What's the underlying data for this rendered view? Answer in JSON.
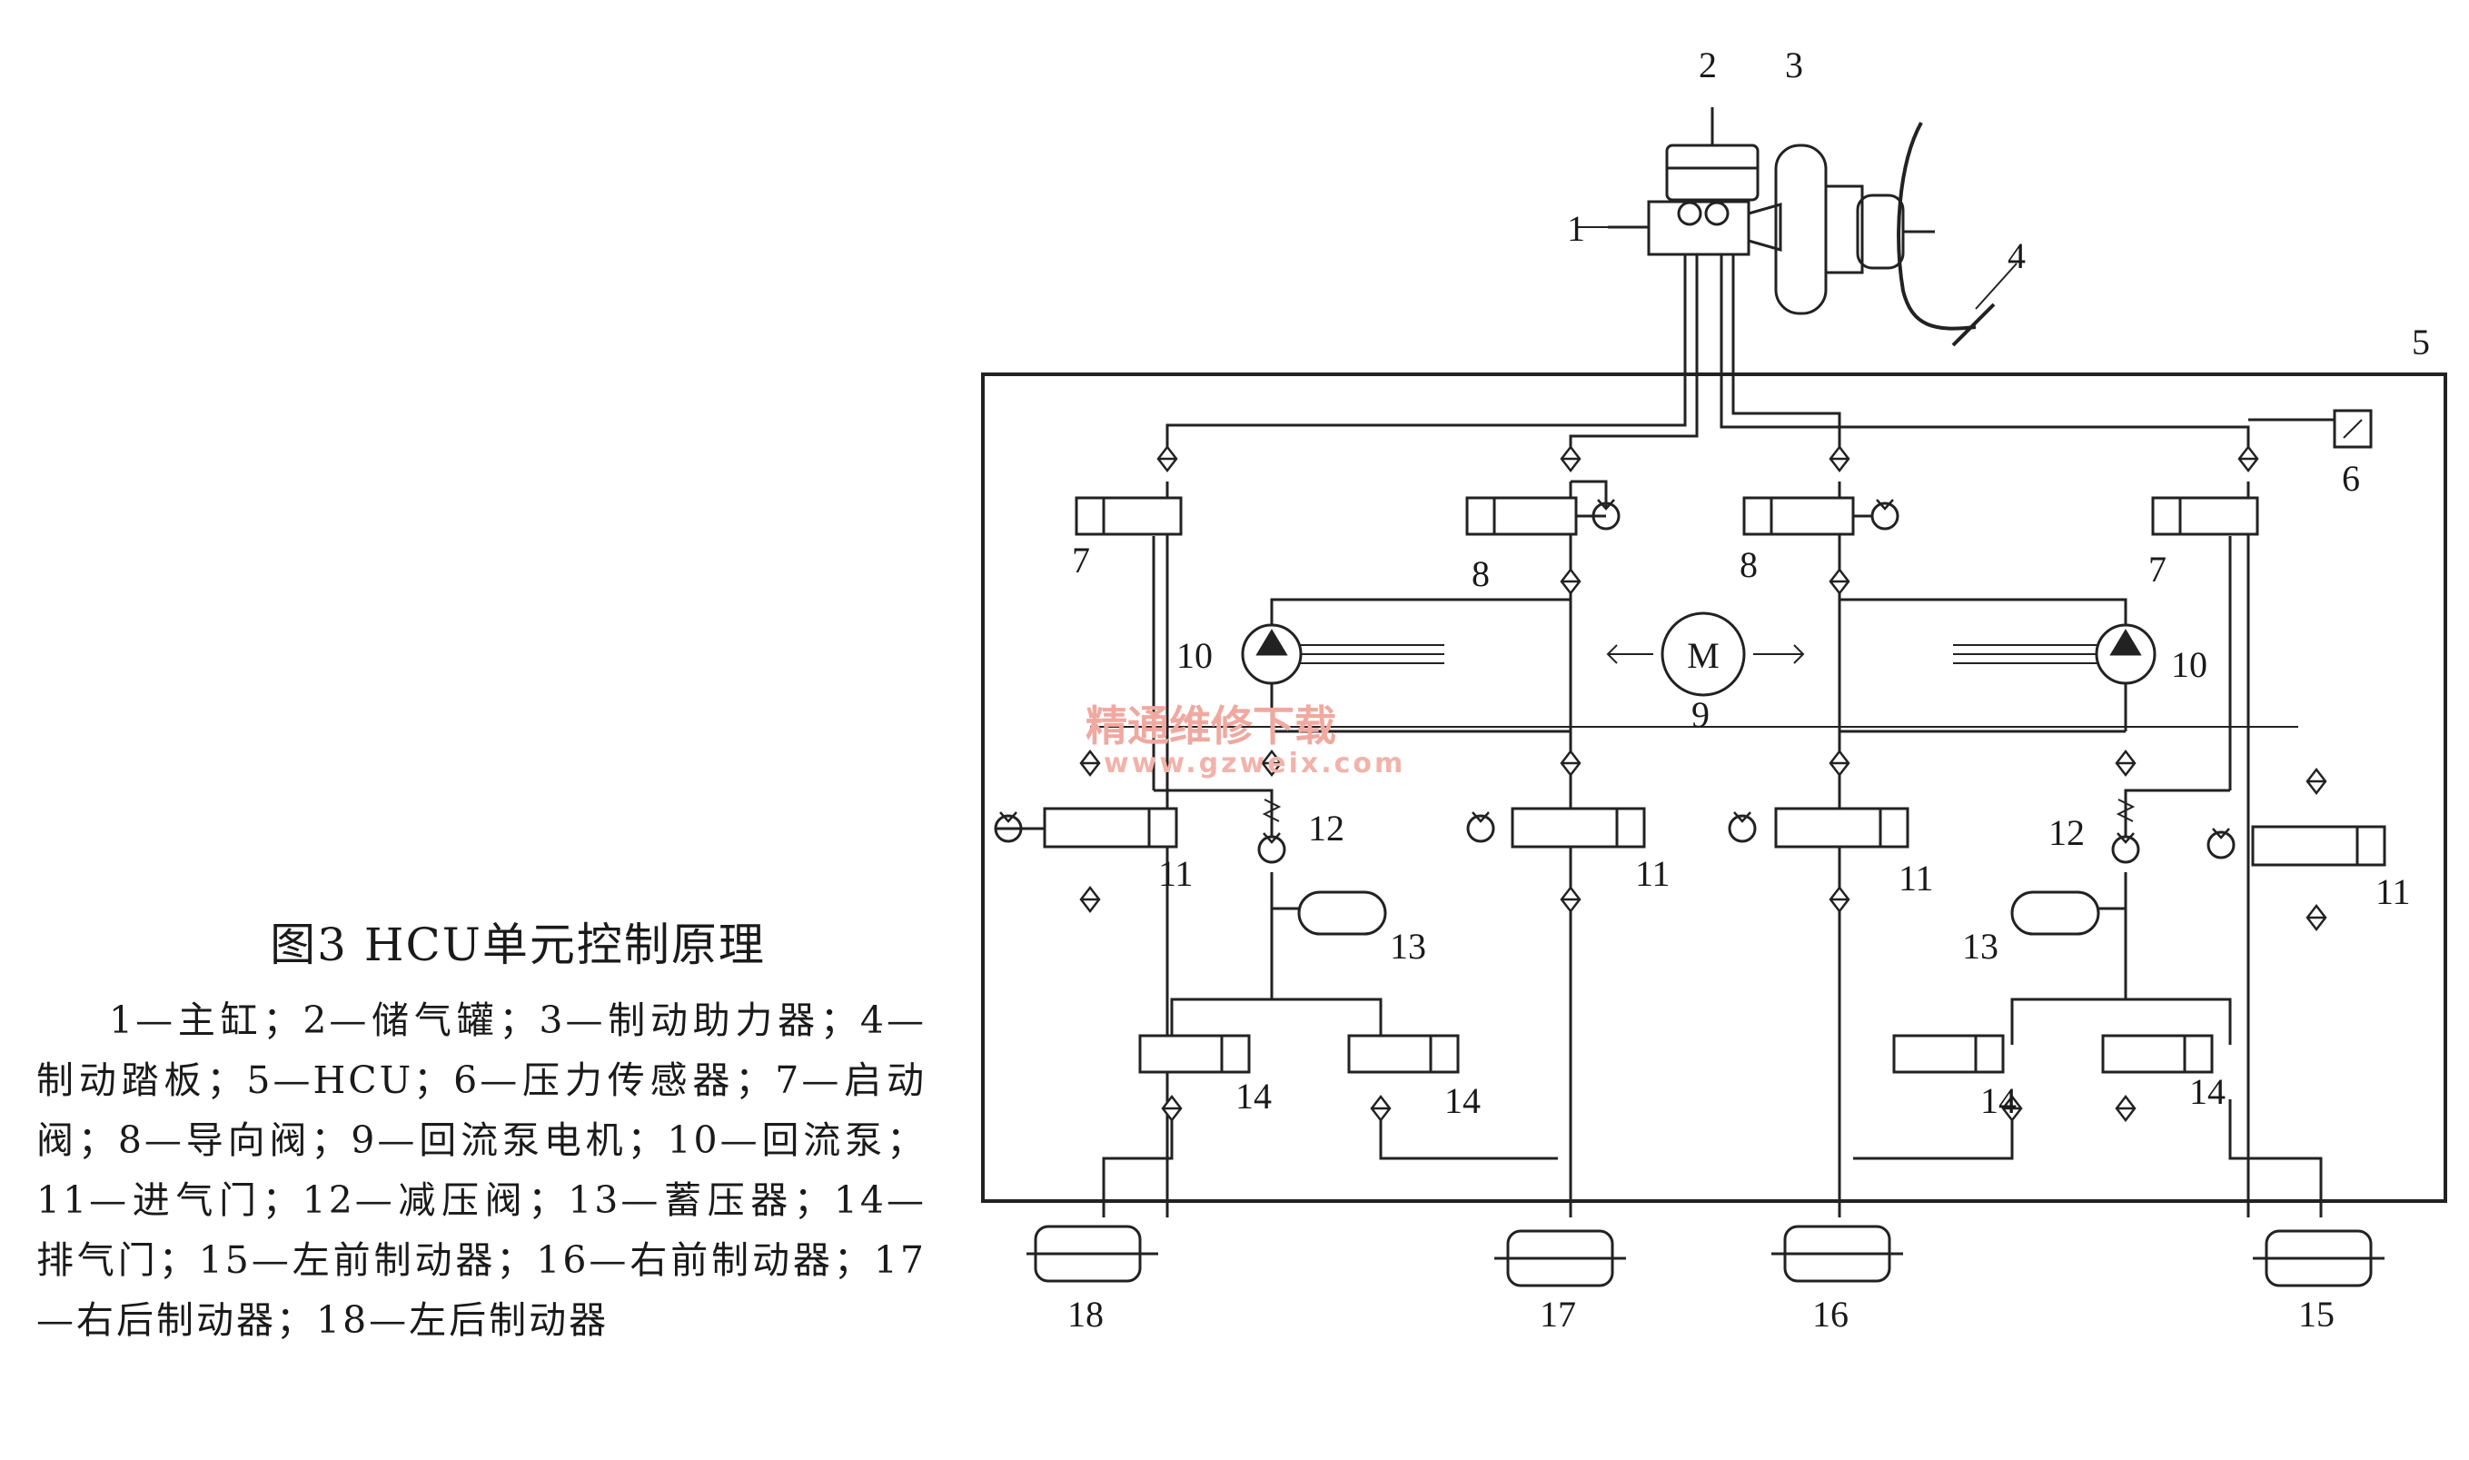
{
  "figure": {
    "title": "图3  HCU单元控制原理",
    "legend": "1—主缸；2—储气罐；3—制动助力器；4—制动踏板；5—HCU；6—压力传感器；7—启动阀；8—导向阀；9—回流泵电机；10—回流泵；11—进气门；12—减压阀；13—蓄压器；14—排气门；15—左前制动器；16—右前制动器；17—右后制动器；18—左后制动器"
  },
  "watermark": {
    "line1": "精通维修下载",
    "line2": "www.gzweix.com"
  },
  "motor_symbol": "M",
  "labels": {
    "n1": "1",
    "n2": "2",
    "n3": "3",
    "n4": "4",
    "n5": "5",
    "n6": "6",
    "n7": "7",
    "n8": "8",
    "n9": "9",
    "n10": "10",
    "n11": "11",
    "n12": "12",
    "n13": "13",
    "n14": "14",
    "n15": "15",
    "n16": "16",
    "n17": "17",
    "n18": "18"
  }
}
